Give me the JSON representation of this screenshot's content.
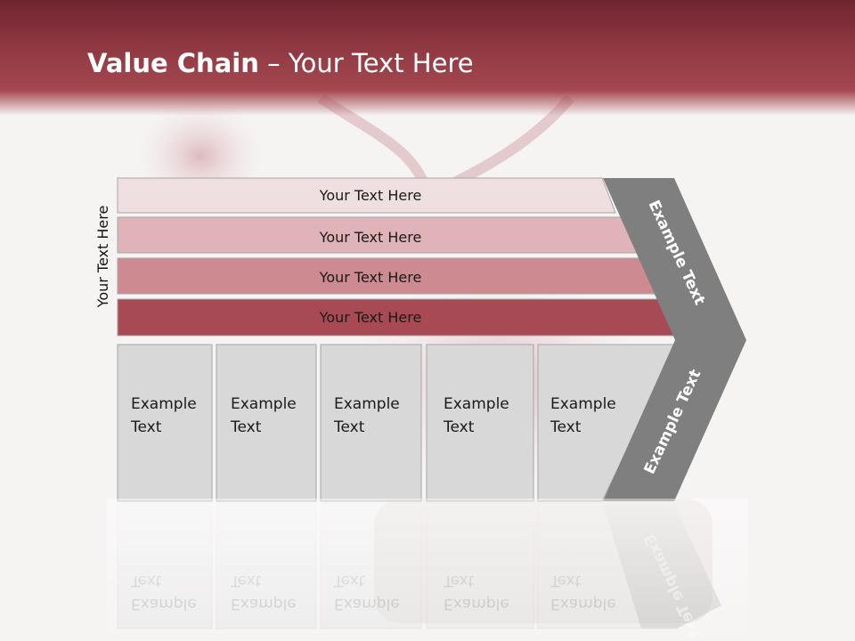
{
  "slide": {
    "title_bold": "Value Chain",
    "title_rest": " – Your Text Here"
  },
  "diagram": {
    "side_label": "Your Text Here",
    "support_bars": [
      {
        "label": "Your Text Here",
        "color": "#f0dfe1"
      },
      {
        "label": "Your Text Here",
        "color": "#dfb3b8"
      },
      {
        "label": "Your Text Here",
        "color": "#cd8a90"
      },
      {
        "label": "Your Text Here",
        "color": "#a84a53"
      }
    ],
    "primary_cells": [
      {
        "line1": "Example",
        "line2": "Text"
      },
      {
        "line1": "Example",
        "line2": "Text"
      },
      {
        "line1": "Example",
        "line2": "Text"
      },
      {
        "line1": "Example",
        "line2": "Text"
      },
      {
        "line1": "Example",
        "line2": "Text"
      }
    ],
    "chevron_top": "Example Text",
    "chevron_bottom": "Example Text",
    "colors": {
      "cell_fill": "#d8d8d8",
      "cell_border": "#a6a6a6",
      "chevron": "#7f7f7f",
      "accent": "#a5484f"
    }
  }
}
